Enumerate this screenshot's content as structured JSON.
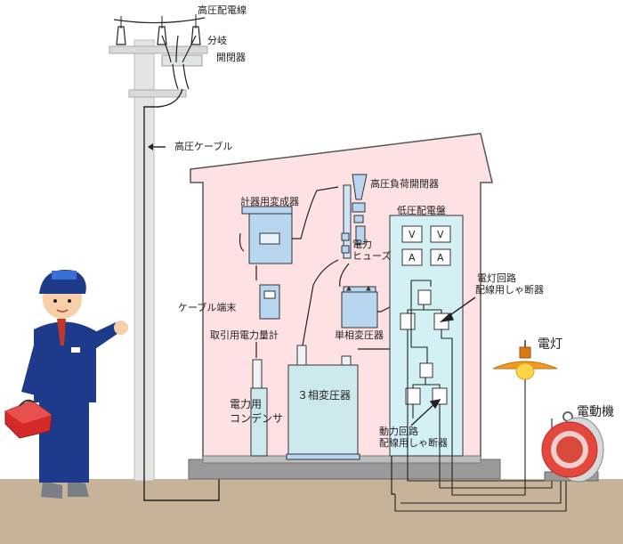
{
  "labels": {
    "high_voltage_line": "高圧配電線",
    "branch": "分岐",
    "switch": "開閉器",
    "high_voltage_cable": "高圧ケーブル",
    "hv_load_switch": "高圧負荷開閉器",
    "instrument_transformer": "計器用変成器",
    "lv_panel": "低圧配電盤",
    "power_fuse_1": "電力",
    "power_fuse_2": "ヒューズ",
    "cable_terminal": "ケーブル端末",
    "transaction_meter": "取引用電力量計",
    "single_phase_transformer": "単相変圧器",
    "lighting_breaker_1": "電灯回路",
    "lighting_breaker_2": "配線用しゃ断器",
    "lamp": "電灯",
    "motor": "電動機",
    "three_phase_transformer": "３相変圧器",
    "capacitor_1": "電力用",
    "capacitor_2": "コンデンサ",
    "power_breaker_1": "動力回路",
    "power_breaker_2": "配線用しゃ断器",
    "meter_v1": "V",
    "meter_v2": "V",
    "meter_a1": "A",
    "meter_a2": "A"
  },
  "colors": {
    "ground": "#c7b29a",
    "building_fill": "#fde1e3",
    "building_stroke": "#555555",
    "pole": "#e2e6e2",
    "device_blue": "#b9d6f0",
    "panel_cyan": "#d3f1f5",
    "motor_red": "#e6473c",
    "lamp_orange": "#f39a1e",
    "toolbox_red": "#d42a2a",
    "uniform_navy": "#1e3a8a"
  },
  "icons": [
    "insulator-icon",
    "worker-icon",
    "toolbox-icon",
    "lamp-icon",
    "motor-icon",
    "transformer-icon",
    "breaker-icon"
  ]
}
